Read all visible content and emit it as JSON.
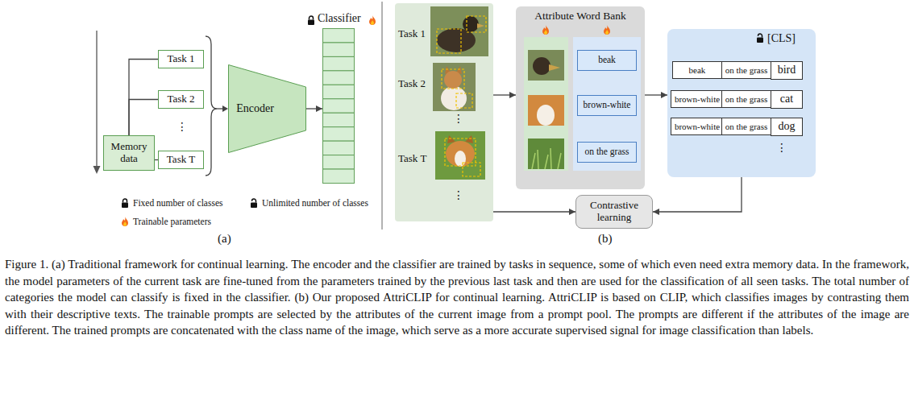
{
  "diagram": {
    "caption": "Figure 1. (a) Traditional framework for continual learning. The encoder and the classifier are trained by tasks in sequence, some of which even need extra memory data. In the framework, the model parameters of the current task are fine-tuned from the parameters trained by the previous last task and then are used for the classification of all seen tasks. The total number of categories the model can classify is fixed in the classifier. (b) Our proposed AttriCLIP for continual learning. AttriCLIP is based on CLIP, which classifies images by contrasting them with their descriptive texts. The trainable prompts are selected by the attributes of the current image from a prompt pool. The prompts are different if the attributes of the image are different. The trained prompts are concatenated with the class name of the image, which serve as a more accurate supervised signal for image classification than labels.",
    "nodes": [
      {
        "text": [
          "Task 1"
        ]
      },
      {
        "text": [
          "Task 2"
        ]
      },
      {
        "text": [
          "Memory data"
        ]
      },
      {
        "text": [
          "Task T"
        ]
      },
      {
        "text": [
          "Encoder"
        ]
      },
      {
        "text": [
          "Classifier"
        ]
      },
      {
        "text": [
          "Task 1",
          "Task 2",
          "Task T"
        ]
      },
      {
        "text": [
          "Attribute Word Bank"
        ]
      },
      {
        "text": [
          "beak"
        ],
        "in": 7
      },
      {
        "text": [
          "brown-white"
        ],
        "in": 7
      },
      {
        "text": [
          "on the grass"
        ],
        "in": 7
      },
      {
        "text": [
          "[CLS]"
        ]
      },
      {
        "text": [
          "beak"
        ],
        "in": 11
      },
      {
        "text": [
          "on the grass"
        ],
        "in": 11
      },
      {
        "text": [
          "bird"
        ],
        "in": 11
      },
      {
        "text": [
          "brown-white"
        ],
        "in": 11
      },
      {
        "text": [
          "on the grass"
        ],
        "in": 11
      },
      {
        "text": [
          "cat"
        ],
        "in": 11
      },
      {
        "text": [
          "brown-white"
        ],
        "in": 11
      },
      {
        "text": [
          "on the grass"
        ],
        "in": 11
      },
      {
        "text": [
          "dog"
        ],
        "in": 11
      },
      {
        "text": [
          "Contrastive learning"
        ]
      }
    ],
    "edges": [
      {
        "from": 2,
        "to": 0,
        "arrow": "none"
      },
      {
        "from": 2,
        "to": 1,
        "arrow": "none"
      },
      {
        "from": 2,
        "to": 3,
        "arrow": "none"
      },
      {
        "from": 4,
        "to": 5,
        "arrow": "to"
      },
      {
        "from": 6,
        "to": 7,
        "arrow": "to"
      },
      {
        "from": 7,
        "to": 11,
        "arrow": "to"
      },
      {
        "from": 6,
        "to": 21,
        "arrow": "to"
      },
      {
        "from": 11,
        "to": 21,
        "arrow": "to"
      }
    ],
    "labels": [
      "⋮",
      "(a)",
      "⋮",
      "⋮",
      "⋮",
      "(b)"
    ],
    "legend": [
      {
        "text": "Fixed number of classes"
      },
      {
        "text": "Unlimited number of classes"
      },
      {
        "text": "Trainable parameters"
      }
    ]
  }
}
